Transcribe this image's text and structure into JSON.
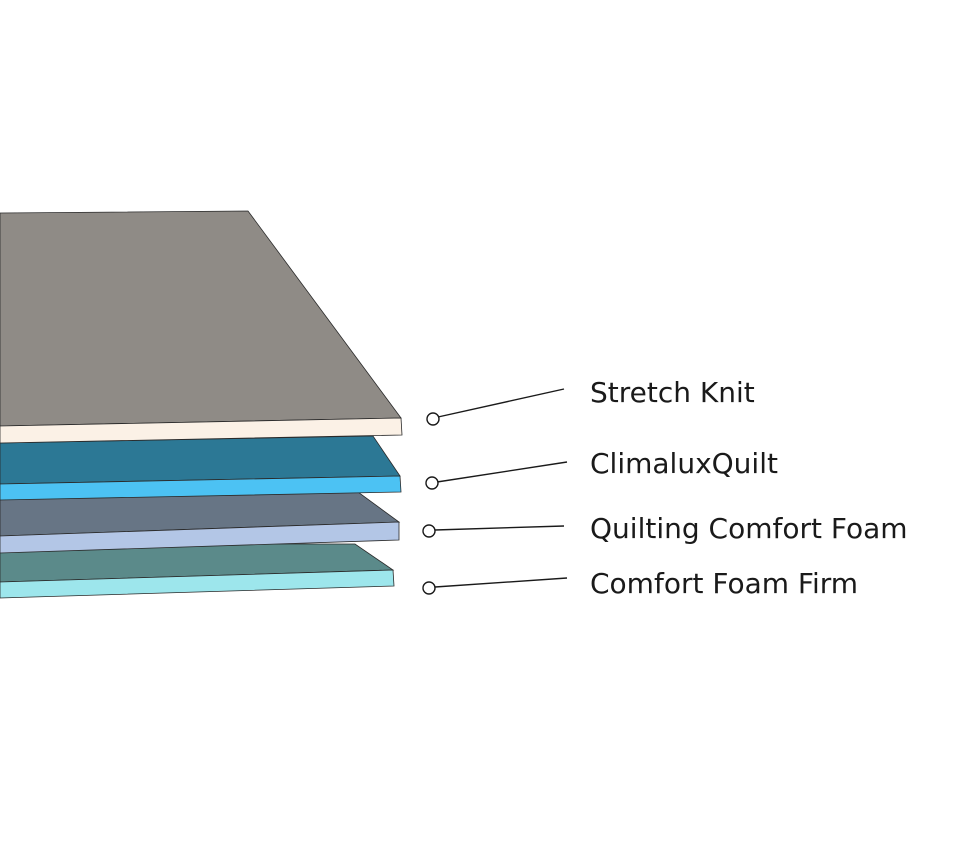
{
  "layers": [
    {
      "label": "Stretch Knit",
      "top_color": "#8f8b86",
      "side_color": "#fbf1e6"
    },
    {
      "label": "ClimaluxQuilt",
      "top_color": "#2c7895",
      "side_color": "#4cc2f3"
    },
    {
      "label": "Quilting Comfort Foam",
      "top_color": "#677585",
      "side_color": "#b3c6e6"
    },
    {
      "label": "Comfort Foam Firm",
      "top_color": "#5b8a8a",
      "side_color": "#9de6ec"
    }
  ]
}
